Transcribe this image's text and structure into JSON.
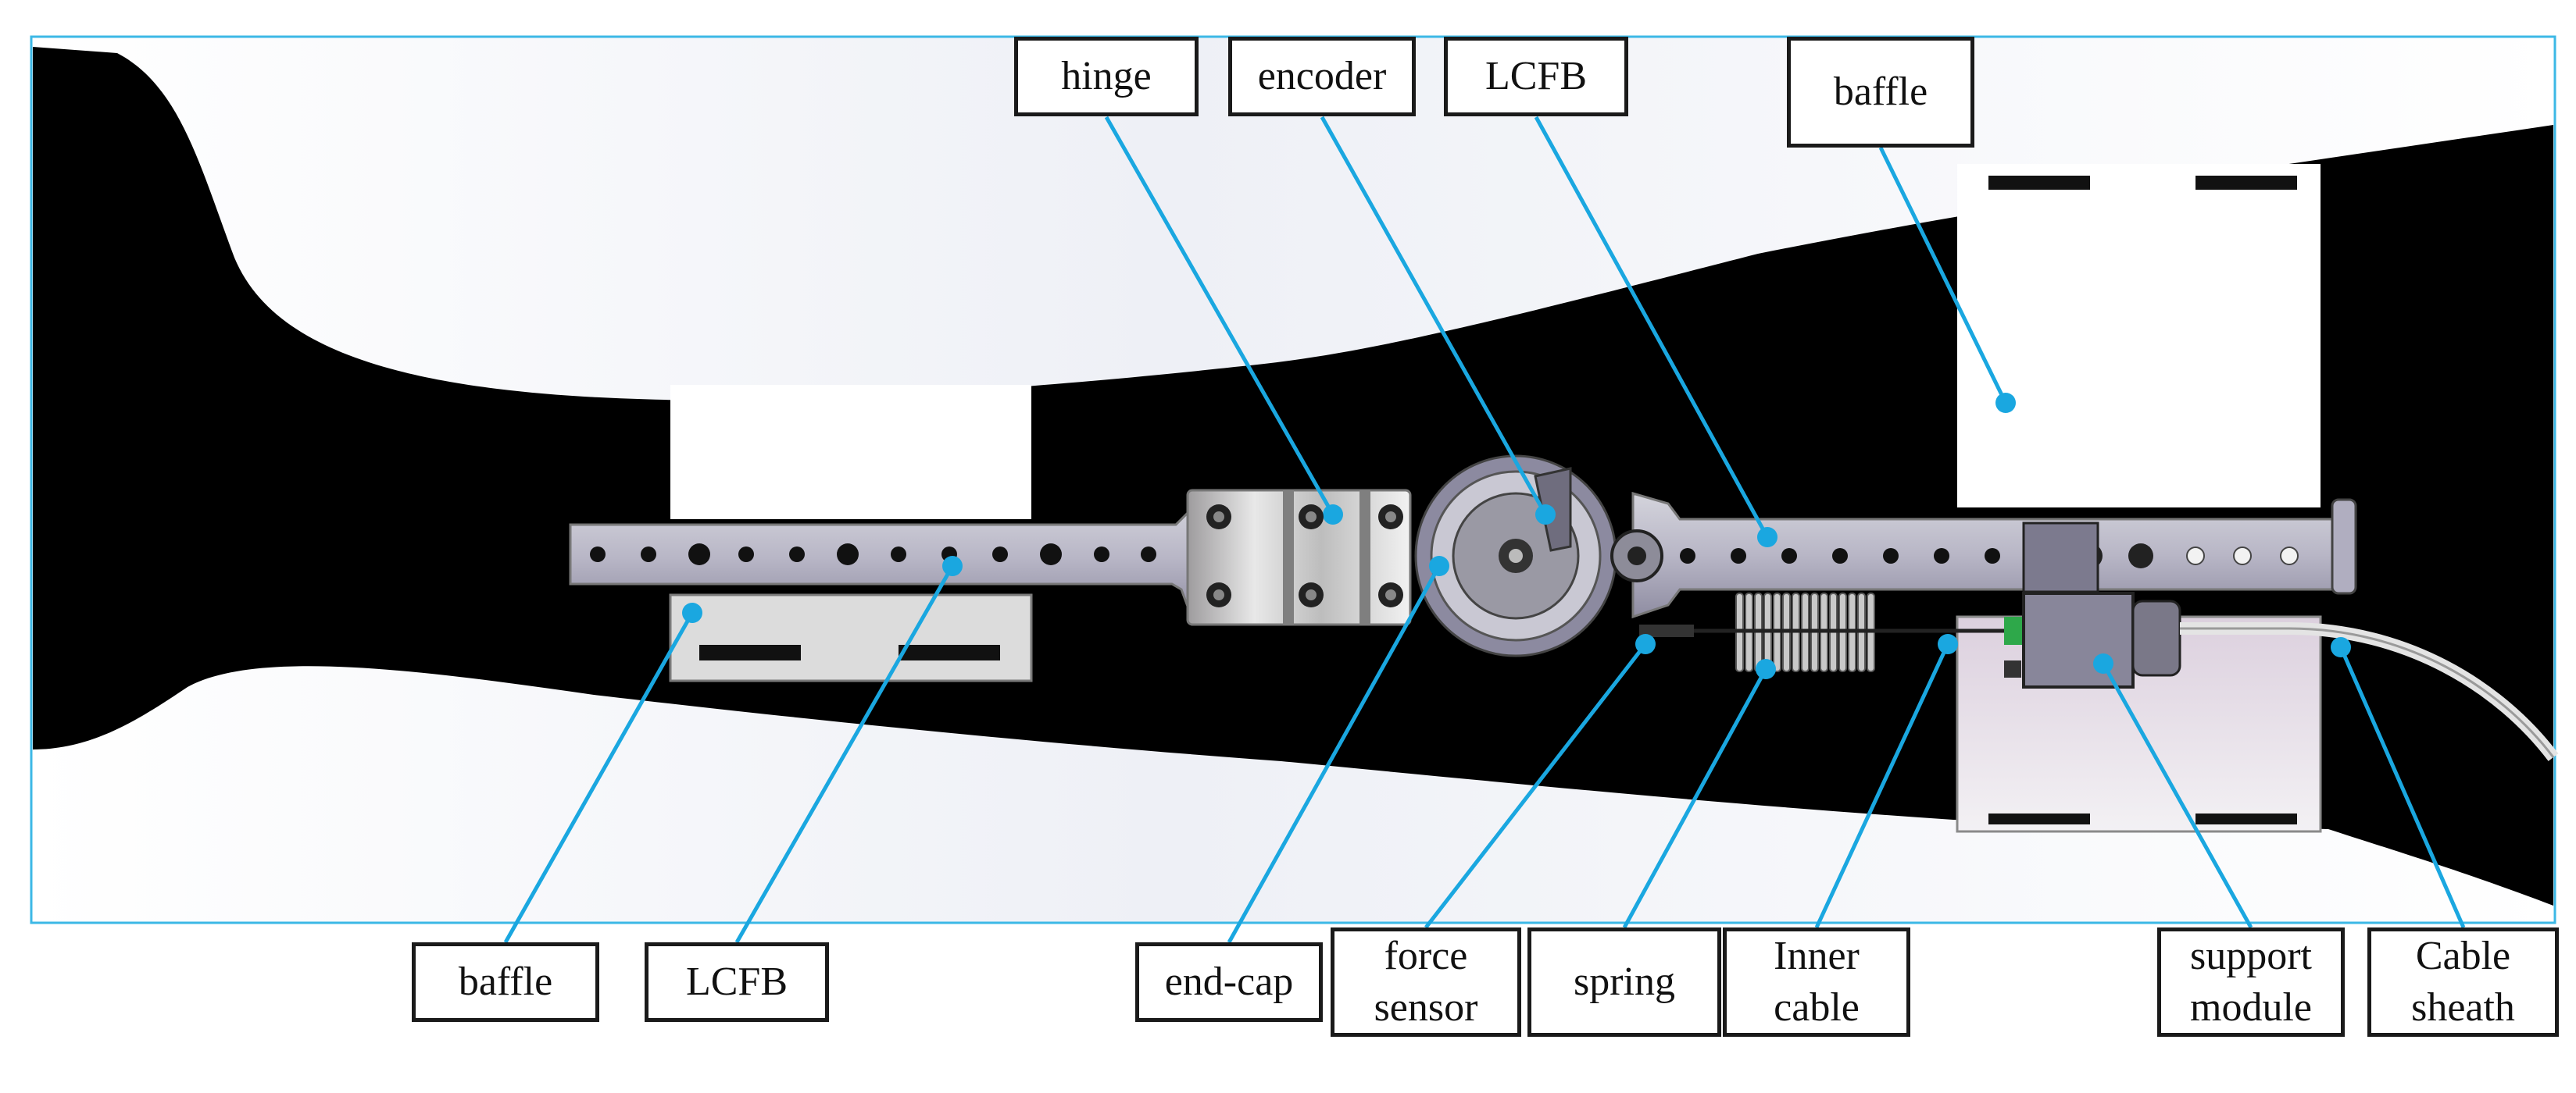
{
  "diagram": {
    "top_labels": {
      "hinge": "hinge",
      "encoder": "encoder",
      "lcfb": "LCFB",
      "baffle": "baffle"
    },
    "bottom_labels": {
      "baffle": "baffle",
      "lcfb": "LCFB",
      "end_cap": "end-cap",
      "force_sensor": [
        "force",
        "sensor"
      ],
      "spring": "spring",
      "inner_cable": [
        "Inner",
        "cable"
      ],
      "support_module": [
        "support",
        "module"
      ],
      "cable_sheath": [
        "Cable",
        "sheath"
      ]
    }
  },
  "colors": {
    "leader_line": "#1aa7e0",
    "frame": "#3cb8e6",
    "limb": "#000000",
    "bar": "#b9b7c9",
    "baffle_panel": "#ffffff",
    "box_border": "#1a1a1a"
  }
}
